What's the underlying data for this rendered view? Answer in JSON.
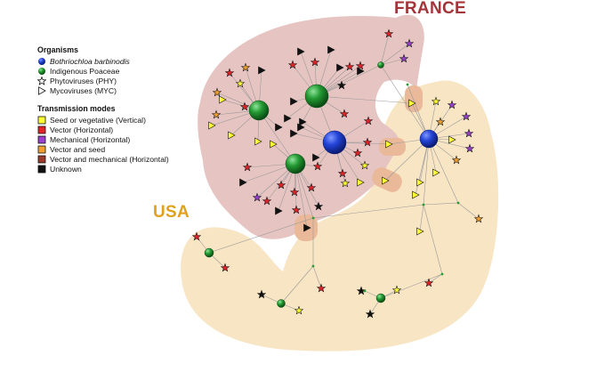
{
  "regions": {
    "france": {
      "label": "FRANCE",
      "color": "#a3353a"
    },
    "usa": {
      "label": "USA",
      "color": "#e0a21e"
    }
  },
  "legend": {
    "organisms": {
      "title": "Organisms",
      "items": [
        {
          "label": "Bothriochloa barbinodis",
          "italic": true,
          "icon": "blue-sphere-icon",
          "color": "#1f3bbf"
        },
        {
          "label": "Indigenous Poaceae",
          "icon": "green-sphere-icon",
          "color": "#1f8a2a"
        },
        {
          "label": "Phytoviruses (PHY)",
          "icon": "star-outline-icon"
        },
        {
          "label": "Mycoviruses (MYC)",
          "icon": "triangle-outline-icon"
        }
      ]
    },
    "transmission": {
      "title": "Transmission modes",
      "items": [
        {
          "label": "Seed or vegetative (Vertical)",
          "icon": "yellow-square-icon",
          "color": "#ffff33"
        },
        {
          "label": "Vector (Horizontal)",
          "icon": "red-square-icon",
          "color": "#e3232a"
        },
        {
          "label": "Mechanical (Horizontal)",
          "icon": "purple-square-icon",
          "color": "#9a3fd0"
        },
        {
          "label": "Vector and seed",
          "icon": "orange-square-icon",
          "color": "#f0a030"
        },
        {
          "label": "Vector and mechanical (Horizontal)",
          "icon": "brown-square-icon",
          "color": "#9a3a2a"
        },
        {
          "label": "Unknown",
          "icon": "black-square-icon",
          "color": "#111111"
        }
      ]
    }
  },
  "colors": {
    "france_fill": "#e6c4c2",
    "usa_fill": "#f8e5c4",
    "overlap_fill": "#e9b99a",
    "host_blue": "#1f3bbf",
    "host_green": "#1f8a2a",
    "edge": "#9a9a9a"
  }
}
